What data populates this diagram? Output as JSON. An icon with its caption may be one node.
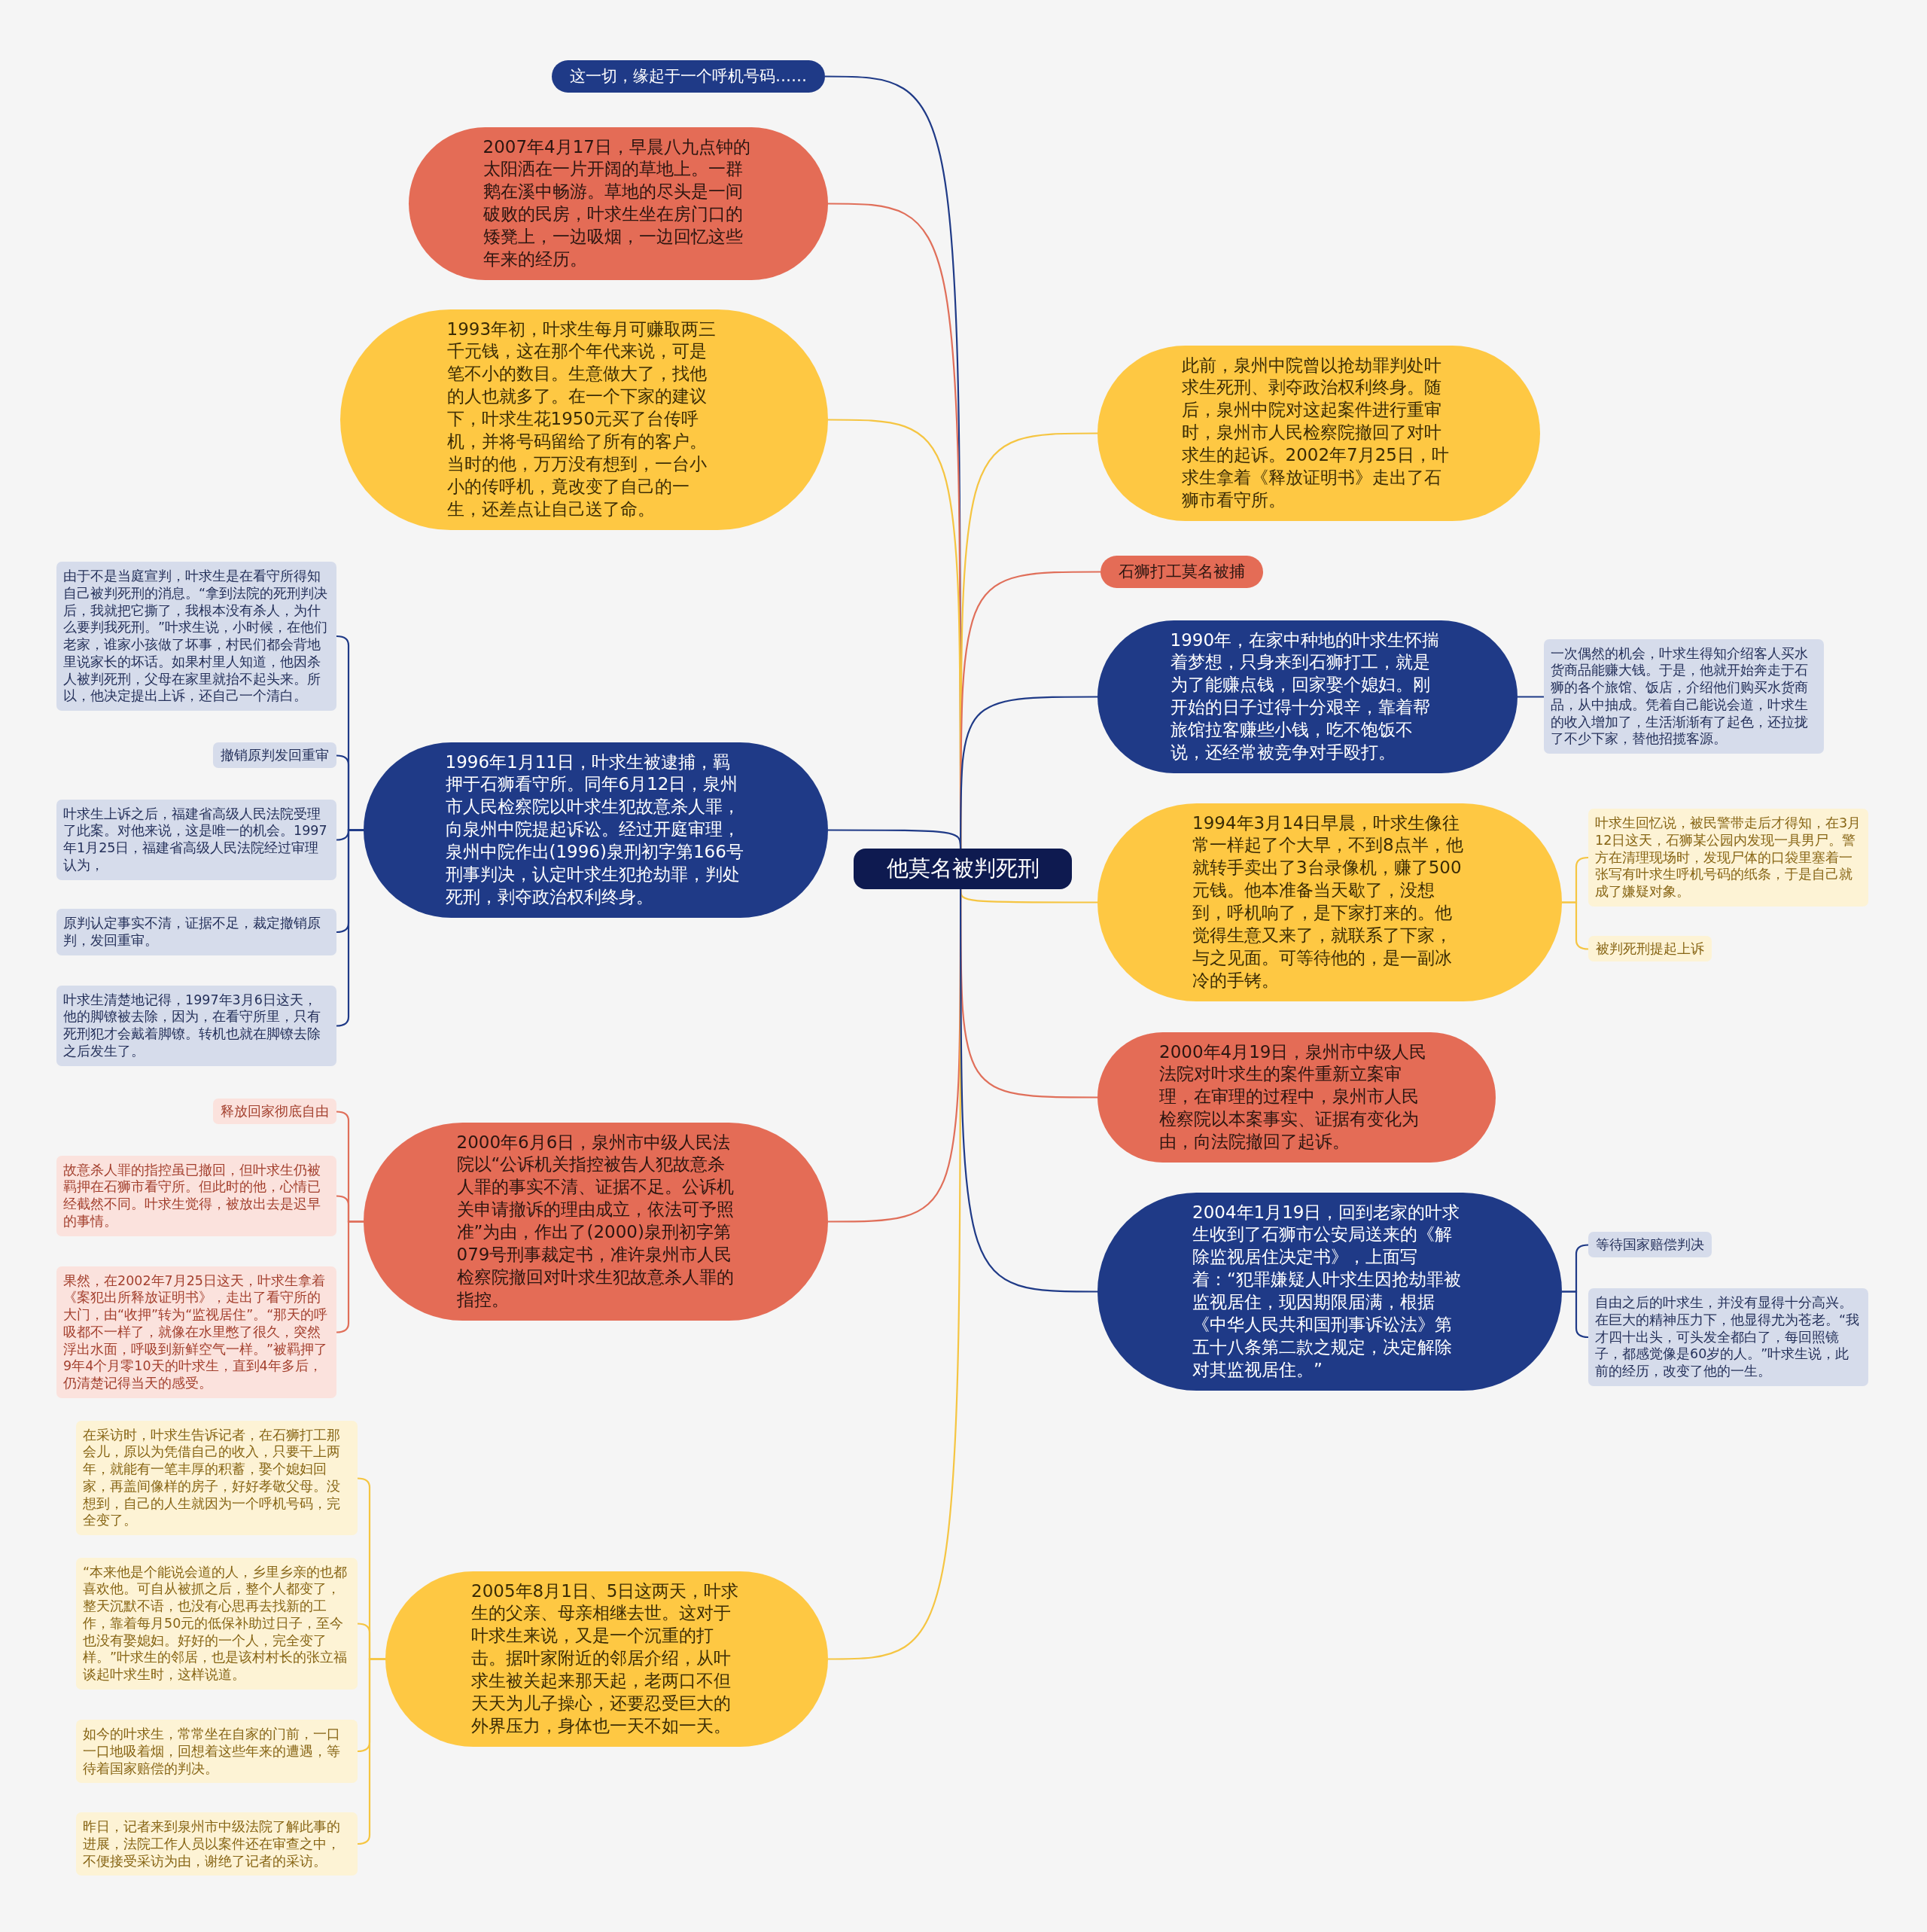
{
  "diagram": {
    "nodes": [
      {
        "text": [
          "他莫名被判死刑"
        ]
      },
      {
        "text": [
          "这一切，缘起于一个呼机号码……"
        ]
      },
      {
        "text": [
          "2007年4月17日，早晨八九点钟的太阳洒在一片开阔的草地上。一群鹅在溪中畅游。草地的尽头是一间破败的民房，叶求生坐在房门口的矮凳上，一边吸烟，一边回忆这些年来的经历。"
        ]
      },
      {
        "text": [
          "1993年初，叶求生每月可赚取两三千元钱，这在那个年代来说，可是笔不小的数目。生意做大了，找他的人也就多了。在一个下家的建议下，叶求生花1950元买了台传呼机，并将号码留给了所有的客户。当时的他，万万没有想到，一台小小的传呼机，竟改变了自己的一生，还差点让自己送了命。"
        ]
      },
      {
        "text": [
          "1996年1月11日，叶求生被逮捕，羁押于石狮看守所。同年6月12日，泉州市人民检察院以叶求生犯故意杀人罪，向泉州中院提起诉讼。经过开庭审理，泉州中院作出(1996)泉刑初字第166号刑事判决，认定叶求生犯抢劫罪，判处死刑，剥夺政治权利终身。"
        ]
      },
      {
        "text": [
          "由于不是当庭宣判，叶求生是在看守所得知自己被判死刑的消息。“拿到法院的死刑判决后，我就把它撕了，我根本没有杀人，为什么要判我死刑。”叶求生说，小时候，在他们老家，谁家小孩做了坏事，村民们都会背地里说家长的坏话。如果村里人知道，他因杀人被判死刑，父母在家里就抬不起头来。所以，他决定提出上诉，还自己一个清白。"
        ]
      },
      {
        "text": [
          "撤销原判发回重审"
        ]
      },
      {
        "text": [
          "叶求生上诉之后，福建省高级人民法院受理了此案。对他来说，这是唯一的机会。1997年1月25日，福建省高级人民法院经过审理认为，"
        ]
      },
      {
        "text": [
          "原判认定事实不清，证据不足，裁定撤销原判，发回重审。"
        ]
      },
      {
        "text": [
          "叶求生清楚地记得，1997年3月6日这天，他的脚镣被去除，因为，在看守所里，只有死刑犯才会戴着脚镣。转机也就在脚镣去除之后发生了。"
        ]
      },
      {
        "text": [
          "2000年6月6日，泉州市中级人民法院以“公诉机关指控被告人犯故意杀人罪的事实不清、证据不足。公诉机关申请撤诉的理由成立，依法可予照准”为由，作出了(2000)泉刑初字第079号刑事裁定书，准许泉州市人民检察院撤回对叶求生犯故意杀人罪的指控。"
        ]
      },
      {
        "text": [
          "释放回家彻底自由"
        ]
      },
      {
        "text": [
          "故意杀人罪的指控虽已撤回，但叶求生仍被羁押在石狮市看守所。但此时的他，心情已经截然不同。叶求生觉得，被放出去是迟早的事情。"
        ]
      },
      {
        "text": [
          "果然，在2002年7月25日这天，叶求生拿着《案犯出所释放证明书》，走出了看守所的大门，由“收押”转为“监视居住”。“那天的呼吸都不一样了，就像在水里憋了很久，突然浮出水面，呼吸到新鲜空气一样。”被羁押了9年4个月零10天的叶求生，直到4年多后，仍清楚记得当天的感受。"
        ]
      },
      {
        "text": [
          "2005年8月1日、5日这两天，叶求生的父亲、母亲相继去世。这对于叶求生来说，又是一个沉重的打击。据叶家附近的邻居介绍，从叶求生被关起来那天起，老两口不但天天为儿子操心，还要忍受巨大的外界压力，身体也一天不如一天。"
        ]
      },
      {
        "text": [
          "在采访时，叶求生告诉记者，在石狮打工那会儿，原以为凭借自己的收入，只要干上两年，就能有一笔丰厚的积蓄，娶个媳妇回家，再盖间像样的房子，好好孝敬父母。没想到，自己的人生就因为一个呼机号码，完全变了。"
        ]
      },
      {
        "text": [
          "“本来他是个能说会道的人，乡里乡亲的也都喜欢他。可自从被抓之后，整个人都变了，整天沉默不语，也没有心思再去找新的工作，靠着每月50元的低保补助过日子，至今也没有娶媳妇。好好的一个人，完全变了样。”叶求生的邻居，也是该村村长的张立福谈起叶求生时，这样说道。"
        ]
      },
      {
        "text": [
          "如今的叶求生，常常坐在自家的门前，一口一口地吸着烟，回想着这些年来的遭遇，等待着国家赔偿的判决。"
        ]
      },
      {
        "text": [
          "昨日，记者来到泉州市中级法院了解此事的进展，法院工作人员以案件还在审查之中，不便接受采访为由，谢绝了记者的采访。"
        ]
      },
      {
        "text": [
          "此前，泉州中院曾以抢劫罪判处叶求生死刑、剥夺政治权利终身。随后，泉州中院对这起案件进行重审时，泉州市人民检察院撤回了对叶求生的起诉。2002年7月25日，叶求生拿着《释放证明书》走出了石狮市看守所。"
        ]
      },
      {
        "text": [
          "石狮打工莫名被捕"
        ]
      },
      {
        "text": [
          "1990年，在家中种地的叶求生怀揣着梦想，只身来到石狮打工，就是为了能赚点钱，回家娶个媳妇。刚开始的日子过得十分艰辛，靠着帮旅馆拉客赚些小钱，吃不饱饭不说，还经常被竞争对手殴打。"
        ]
      },
      {
        "text": [
          "一次偶然的机会，叶求生得知介绍客人买水货商品能赚大钱。于是，他就开始奔走于石狮的各个旅馆、饭店，介绍他们购买水货商品，从中抽成。凭着自己能说会道，叶求生的收入增加了，生活渐渐有了起色，还拉拢了不少下家，替他招揽客源。"
        ]
      },
      {
        "text": [
          "1994年3月14日早晨，叶求生像往常一样起了个大早，不到8点半，他就转手卖出了3台录像机，赚了500元钱。他本准备当天歇了，没想到，呼机响了，是下家打来的。他觉得生意又来了，就联系了下家，与之见面。可等待他的，是一副冰冷的手铐。"
        ]
      },
      {
        "text": [
          "叶求生回忆说，被民警带走后才得知，在3月12日这天，石狮某公园内发现一具男尸。警方在清理现场时，发现尸体的口袋里塞着一张写有叶求生呼机号码的纸条，于是自己就成了嫌疑对象。"
        ]
      },
      {
        "text": [
          "被判死刑提起上诉"
        ]
      },
      {
        "text": [
          "2000年4月19日，泉州市中级人民法院对叶求生的案件重新立案审理，在审理的过程中，泉州市人民检察院以本案事实、证据有变化为由，向法院撤回了起诉。"
        ]
      },
      {
        "text": [
          "2004年1月19日，回到老家的叶求生收到了石狮市公安局送来的《解除监视居住决定书》，上面写着：“犯罪嫌疑人叶求生因抢劫罪被监视居住，现因期限届满，根据《中华人民共和国刑事诉讼法》第五十八条第二款之规定，决定解除对其监视居住。”"
        ]
      },
      {
        "text": [
          "等待国家赔偿判决"
        ]
      },
      {
        "text": [
          "自由之后的叶求生，并没有显得十分高兴。在巨大的精神压力下，他显得尤为苍老。“我才四十出头，可头发全都白了，每回照镜子，都感觉像是60岁的人。”叶求生说，此前的经历，改变了他的一生。"
        ]
      }
    ],
    "edges": [
      {
        "from": 0,
        "to": 1,
        "arrow": "none"
      },
      {
        "from": 0,
        "to": 2,
        "arrow": "none",
        "color": "#e06f5a"
      },
      {
        "from": 0,
        "to": 3,
        "arrow": "none",
        "color": "#f5c542"
      },
      {
        "from": 0,
        "to": 4,
        "arrow": "none"
      },
      {
        "from": 4,
        "to": 5,
        "arrow": "none"
      },
      {
        "from": 4,
        "to": 6,
        "arrow": "none"
      },
      {
        "from": 4,
        "to": 7,
        "arrow": "none"
      },
      {
        "from": 4,
        "to": 8,
        "arrow": "none"
      },
      {
        "from": 4,
        "to": 9,
        "arrow": "none"
      },
      {
        "from": 0,
        "to": 10,
        "arrow": "none",
        "color": "#e06f5a"
      },
      {
        "from": 10,
        "to": 11,
        "arrow": "none",
        "color": "#e06f5a"
      },
      {
        "from": 10,
        "to": 12,
        "arrow": "none",
        "color": "#e06f5a"
      },
      {
        "from": 10,
        "to": 13,
        "arrow": "none",
        "color": "#e06f5a"
      },
      {
        "from": 0,
        "to": 14,
        "arrow": "none",
        "color": "#f5c542"
      },
      {
        "from": 14,
        "to": 15,
        "arrow": "none",
        "color": "#f5c542"
      },
      {
        "from": 14,
        "to": 16,
        "arrow": "none",
        "color": "#f5c542"
      },
      {
        "from": 14,
        "to": 17,
        "arrow": "none",
        "color": "#f5c542"
      },
      {
        "from": 14,
        "to": 18,
        "arrow": "none",
        "color": "#f5c542"
      },
      {
        "from": 0,
        "to": 19,
        "arrow": "none",
        "color": "#f5c542"
      },
      {
        "from": 0,
        "to": 20,
        "arrow": "none",
        "color": "#e06f5a"
      },
      {
        "from": 0,
        "to": 21,
        "arrow": "none"
      },
      {
        "from": 21,
        "to": 22,
        "arrow": "none"
      },
      {
        "from": 0,
        "to": 23,
        "arrow": "none",
        "color": "#f5c542"
      },
      {
        "from": 23,
        "to": 24,
        "arrow": "none",
        "color": "#f5c542"
      },
      {
        "from": 23,
        "to": 25,
        "arrow": "none",
        "color": "#f5c542"
      },
      {
        "from": 0,
        "to": 26,
        "arrow": "none",
        "color": "#e06f5a"
      },
      {
        "from": 0,
        "to": 27,
        "arrow": "none"
      },
      {
        "from": 27,
        "to": 28,
        "arrow": "none"
      },
      {
        "from": 27,
        "to": 29,
        "arrow": "none"
      }
    ]
  }
}
